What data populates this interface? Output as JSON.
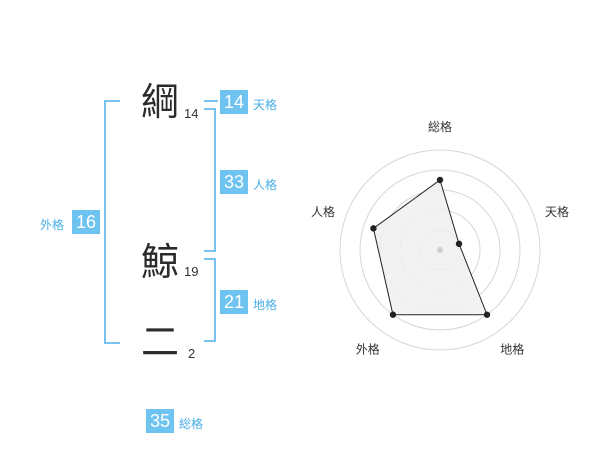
{
  "name": {
    "characters": [
      {
        "char": "綱",
        "strokes": "14"
      },
      {
        "char": "鯨",
        "strokes": "19"
      },
      {
        "char": "二",
        "strokes": "2"
      }
    ]
  },
  "fortune": {
    "tenkaku": {
      "value": "14",
      "label": "天格"
    },
    "jinkaku": {
      "value": "33",
      "label": "人格"
    },
    "chikaku": {
      "value": "21",
      "label": "地格"
    },
    "gaikaku": {
      "value": "16",
      "label": "外格"
    },
    "soukaku": {
      "value": "35",
      "label": "総格"
    }
  },
  "chart_data": {
    "type": "radar",
    "axes": [
      "総格",
      "天格",
      "地格",
      "外格",
      "人格"
    ],
    "values": [
      3.5,
      1.0,
      4.0,
      4.0,
      3.5
    ],
    "rmax": 5,
    "rings": 5,
    "colors": {
      "fill": "#f0f0f0",
      "line": "#222222",
      "grid": "#d6d6d6"
    }
  }
}
